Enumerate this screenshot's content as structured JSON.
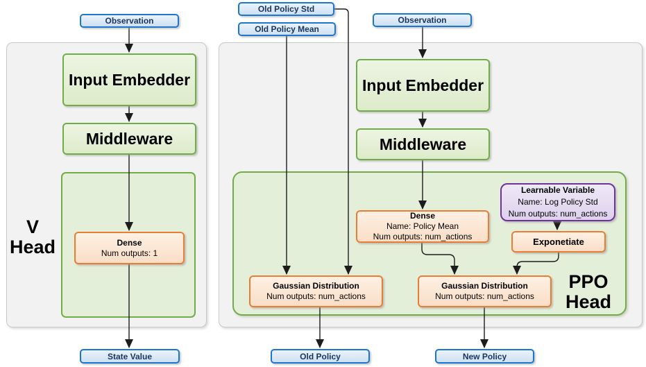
{
  "v_head": {
    "observation": "Observation",
    "input_embedder": "Input Embedder",
    "middleware": "Middleware",
    "dense": {
      "title": "Dense",
      "outputs": "Num outputs: 1"
    },
    "label_line1": "V",
    "label_line2": "Head",
    "state_value": "State Value"
  },
  "ppo_head": {
    "old_policy_std": "Old Policy Std",
    "old_policy_mean": "Old Policy Mean",
    "observation": "Observation",
    "input_embedder": "Input Embedder",
    "middleware": "Middleware",
    "dense": {
      "title": "Dense",
      "name": "Name: Policy Mean",
      "outputs": "Num outputs: num_actions"
    },
    "learnable_variable": {
      "title": "Learnable Variable",
      "name": "Name: Log Policy Std",
      "outputs": "Num outputs: num_actions"
    },
    "exponetiate": "Exponetiate",
    "gaussian_old": {
      "title": "Gaussian Distribution",
      "outputs": "Num outputs: num_actions"
    },
    "gaussian_new": {
      "title": "Gaussian Distribution",
      "outputs": "Num outputs: num_actions"
    },
    "label_line1": "PPO",
    "label_line2": "Head",
    "old_policy": "Old Policy",
    "new_policy": "New Policy"
  },
  "colors": {
    "blue_border": "#1b76cc",
    "blue_fill": "#d9e8f7",
    "blue_text": "#16365f",
    "green_border": "#70ad47",
    "green_fill": "#e4efd9",
    "orange_border": "#e87e33",
    "orange_fill": "#fbe5d0",
    "purple_border": "#7030a0",
    "purple_fill": "#e6dcf1",
    "panel_fill": "#f2f2f2",
    "panel_border": "#c9c9c9",
    "wire": "#1c1c1c"
  }
}
